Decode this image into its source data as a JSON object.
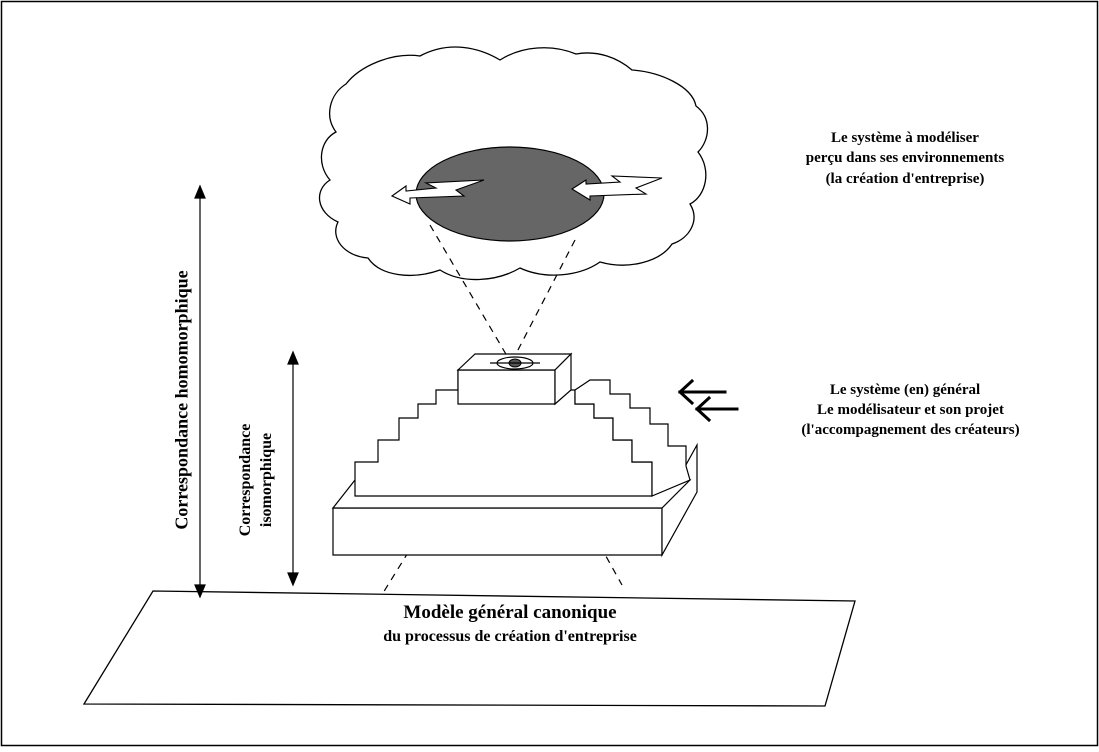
{
  "labels": {
    "system_to_model": {
      "line1": "Le système à modéliser",
      "line2": "perçu dans ses environnements",
      "line3": "(la création d'entreprise)"
    },
    "general_system": "Le système (en) général",
    "modeler_project": {
      "line1": "Le modélisateur et son projet",
      "line2": "(l'accompagnement des créateurs)"
    },
    "canonical_model": {
      "line1": "Modèle général canonique",
      "line2": "du processus de création d'entreprise"
    },
    "homomorphic": "Correspondance homomorphique",
    "isomorphic": {
      "line1": "Correspondance",
      "line2": "isomorphique"
    }
  },
  "colors": {
    "line": "#000000",
    "ellipse_fill": "#666666",
    "background": "#ffffff"
  },
  "icons": {
    "pointer_arrows": "left-arrow",
    "lightning_arrows": "lightning-arrow"
  }
}
